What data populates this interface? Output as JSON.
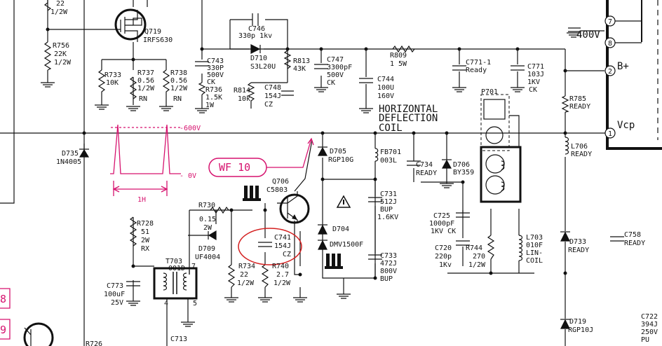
{
  "labels": {
    "r22_val": "22",
    "r22_w": "1/2W",
    "q719": "Q719",
    "q719_part": "IRFS630",
    "r756": "R756",
    "r756_val": "22K",
    "r756_w": "1/2W",
    "r733": "R733",
    "r733_val": "10K",
    "r737": "R737",
    "r737_val": "0.56",
    "r737_w": "1/2W",
    "r737_t": "RN",
    "r738": "R738",
    "r738_val": "0.56",
    "r738_w": "1/2W",
    "r738_t": "RN",
    "c746": "C746",
    "c746_val": "330p 1kv",
    "c743": "C743",
    "c743_val": "330P",
    "c743_v": "500V",
    "c743_t": "CK",
    "d710": "D710",
    "d710_part": "S3L20U",
    "r813": "R813",
    "r813_val": "43K",
    "r736": "R736",
    "r736_val": "1.5K",
    "r736_w": "1W",
    "r814": "R814",
    "r814_val": "10k",
    "c748": "C748",
    "c748_val": "154J",
    "c748_t": "CZ",
    "c747": "C747",
    "c747_val": "3300pF",
    "c747_v": "500V",
    "c747_t": "CK",
    "r809": "R809",
    "r809_val": "1   5W",
    "c744": "C744",
    "c744_val": "100U",
    "c744_v": "160V",
    "c771_1": "C771-1",
    "c771_1_val": "Ready",
    "c771": "C771",
    "c771_val": "103J",
    "c771_v": "1KV",
    "c771_t": "CK",
    "v400": "400V",
    "bplus": "B+",
    "vcp": "Vcp",
    "pin7": "7",
    "pin8": "8",
    "pin2": "2",
    "pin1": "1",
    "hdc_1": "HORIZONTAL",
    "hdc_2": "DEFLECTION",
    "hdc_3": "COIL",
    "p701": "P701",
    "r785": "R785",
    "r785_val": "READY",
    "l706": "L706",
    "l706_val": "READY",
    "d735": "D735",
    "d735_part": "1N4005",
    "wf_minus600": "-600V",
    "wf_0v": "- 0V",
    "wf_1h": "1H",
    "wf10": "WF 10",
    "d705": "D705",
    "d705_part": "RGP10G",
    "fb701": "FB701",
    "fb701_val": "003L",
    "c734": "C734",
    "c734_val": "READY",
    "d706": "D706",
    "d706_part": "BY359",
    "q706": "Q706",
    "q706_part": "C5803",
    "r730": "R730",
    "r730_val": "0.15",
    "r730_w": "2W",
    "d709": "D709",
    "d709_part": "UF4004",
    "r728": "R728",
    "r728_val": "51",
    "r728_w": "2W",
    "r728_t": "RX",
    "c741": "C741",
    "c741_val": "154J",
    "c741_t": "CZ",
    "r734": "R734",
    "r734_val": "22",
    "r734_w": "1/2W",
    "r740": "R740",
    "r740_val": "2.7",
    "r740_w": "1/2W",
    "d704": "D704",
    "d704_part": "DMV1500F",
    "c731": "C731",
    "c731_val": "512J",
    "c731_t": "BUP",
    "c731_v": "1.6KV",
    "c733": "C733",
    "c733_val": "472J",
    "c733_v": "800V",
    "c733_t": "BUP",
    "c725": "C725",
    "c725_val": "1000pF",
    "c725_v": "1KV CK",
    "c720": "C720",
    "c720_val": "220p",
    "c720_v": "1Kv",
    "r744": "R744",
    "r744_val": "270",
    "r744_w": "1/2W",
    "l703": "L703",
    "l703_val": "010F",
    "l703_t1": "LIN-",
    "l703_t2": "COIL",
    "d733": "D733",
    "d733_val": "READY",
    "c758": "C758",
    "c758_val": "READY",
    "d719": "D719",
    "d719_part": "RGP10J",
    "c722": "C722",
    "c722_val": "394J",
    "c722_v": "250V",
    "c722_t": "PU",
    "t703": "T703",
    "t703_val": "001D",
    "t703_p7": "7",
    "t703_p4": "4",
    "t703_p5": "5",
    "c773": "C773",
    "c773_val": "100uF",
    "c773_v": "25V",
    "c713": "C713",
    "r726": "R726",
    "left_8": "8",
    "left_9": "9"
  },
  "colors": {
    "wire": "#111111",
    "annotation": "#d6126e",
    "highlight_circle": "#d42020"
  }
}
